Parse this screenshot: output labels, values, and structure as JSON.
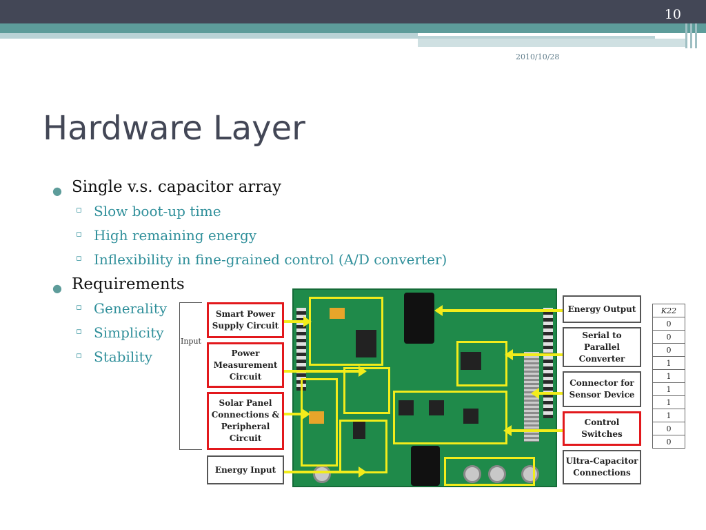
{
  "slide": {
    "number": "10",
    "date": "2010/10/28"
  },
  "title": "Hardware Layer",
  "bullets": [
    {
      "text": "Single v.s. capacitor array",
      "sub": [
        "Slow boot-up time",
        "High remaining energy",
        "Inflexibility in fine-grained control (A/D converter)"
      ]
    },
    {
      "text": "Requirements",
      "sub": [
        "Generality",
        "Simplicity",
        "Stability"
      ]
    }
  ],
  "figure": {
    "input_label": "Input",
    "left_labels": [
      "Smart Power Supply Circuit",
      "Power Measurement Circuit",
      "Solar Panel Connections & Peripheral Circuit",
      "Energy Input"
    ],
    "right_labels": [
      "Energy Output",
      "Serial to Parallel Converter",
      "Connector for Sensor Device",
      "Control Switches",
      "Ultra-Capacitor Connections"
    ],
    "table_header": "K22",
    "table_values": [
      "0",
      "0",
      "0",
      "1",
      "1",
      "1",
      "1",
      "1",
      "0",
      "0"
    ],
    "colors": {
      "highlight_box": "#e2181c",
      "arrow": "#f2ec1b",
      "board": "#1f8a4a"
    }
  }
}
